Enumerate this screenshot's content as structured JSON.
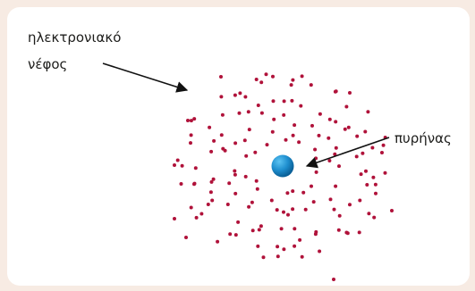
{
  "labels": {
    "electron_cloud_line1": "ηλεκτρονιακό",
    "electron_cloud_line2": "νέφος",
    "nucleus": "πυρήνας"
  },
  "colors": {
    "background": "#f7ebe3",
    "panel": "#ffffff",
    "electron_dot": "#b0123a",
    "nucleus_fill": "#1f8fcf",
    "text": "#1d1d1b"
  }
}
